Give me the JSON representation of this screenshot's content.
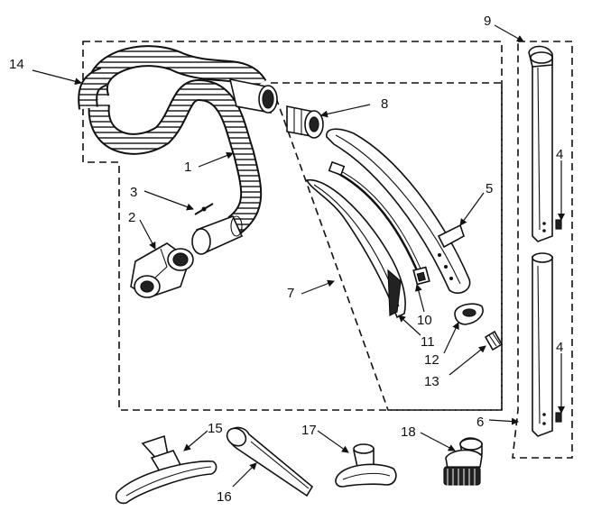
{
  "callouts": {
    "c1": "1",
    "c2": "2",
    "c3": "3",
    "c4a": "4",
    "c4b": "4",
    "c5": "5",
    "c6": "6",
    "c7": "7",
    "c8": "8",
    "c9": "9",
    "c10": "10",
    "c11": "11",
    "c12": "12",
    "c13": "13",
    "c14": "14",
    "c15": "15",
    "c16": "16",
    "c17": "17",
    "c18": "18"
  }
}
